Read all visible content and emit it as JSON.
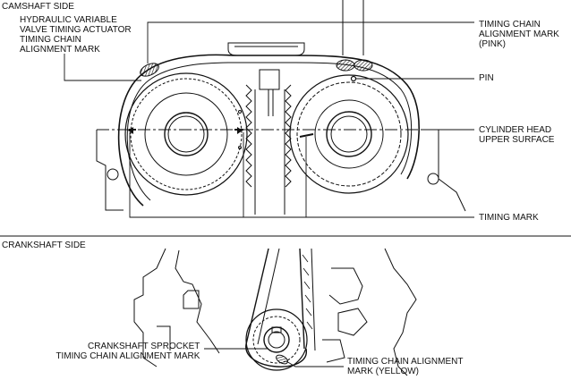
{
  "sections": {
    "camshaft_side": "CAMSHAFT SIDE",
    "crankshaft_side": "CRANKSHAFT SIDE"
  },
  "callouts": {
    "hydraulic_actuator_mark": [
      "HYDRAULIC VARIABLE",
      "VALVE TIMING ACTUATOR",
      "TIMING CHAIN",
      "ALIGNMENT MARK"
    ],
    "pink_mark": [
      "TIMING CHAIN",
      "ALIGNMENT MARK",
      "(PINK)"
    ],
    "pin": "PIN",
    "cylinder_head": [
      "CYLINDER HEAD",
      "UPPER SURFACE"
    ],
    "timing_mark": "TIMING MARK",
    "crank_sprocket_mark": [
      "CRANKSHAFT SPROCKET",
      "TIMING CHAIN ALIGNMENT MARK"
    ],
    "yellow_mark": [
      "TIMING CHAIN ALIGNMENT",
      "MARK (YELLOW)"
    ]
  },
  "colors": {
    "ink": "#111111",
    "paper": "#ffffff"
  }
}
